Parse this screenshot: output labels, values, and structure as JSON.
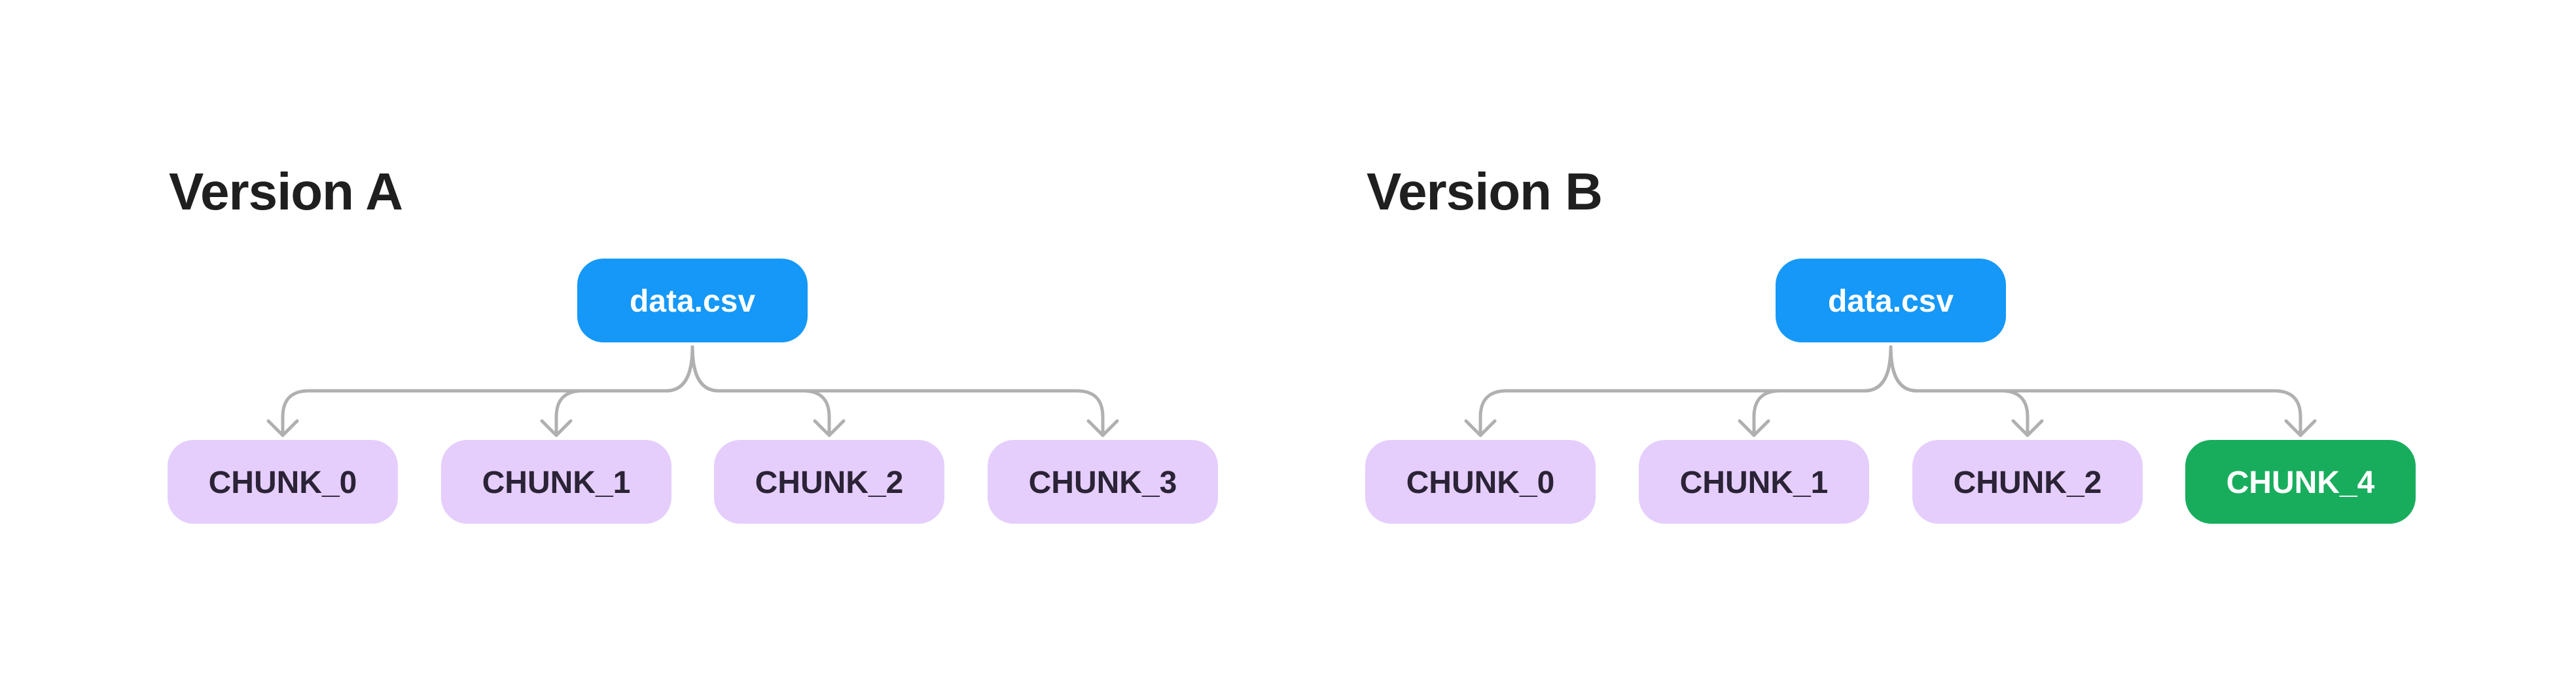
{
  "colors": {
    "root_fill": "#1598f8",
    "root_text": "#ffffff",
    "chunk_fill": "#e5cefc",
    "chunk_text": "#2b2336",
    "new_chunk_fill": "#18ad5c",
    "new_chunk_text": "#ffffff",
    "connector": "#b0b0b0",
    "title": "#1f1f1f"
  },
  "versions": [
    {
      "title": "Version A",
      "root": {
        "label": "data.csv"
      },
      "chunks": [
        {
          "label": "CHUNK_0",
          "is_new": false
        },
        {
          "label": "CHUNK_1",
          "is_new": false
        },
        {
          "label": "CHUNK_2",
          "is_new": false
        },
        {
          "label": "CHUNK_3",
          "is_new": false
        }
      ]
    },
    {
      "title": "Version B",
      "root": {
        "label": "data.csv"
      },
      "chunks": [
        {
          "label": "CHUNK_0",
          "is_new": false
        },
        {
          "label": "CHUNK_1",
          "is_new": false
        },
        {
          "label": "CHUNK_2",
          "is_new": false
        },
        {
          "label": "CHUNK_4",
          "is_new": true
        }
      ]
    }
  ]
}
